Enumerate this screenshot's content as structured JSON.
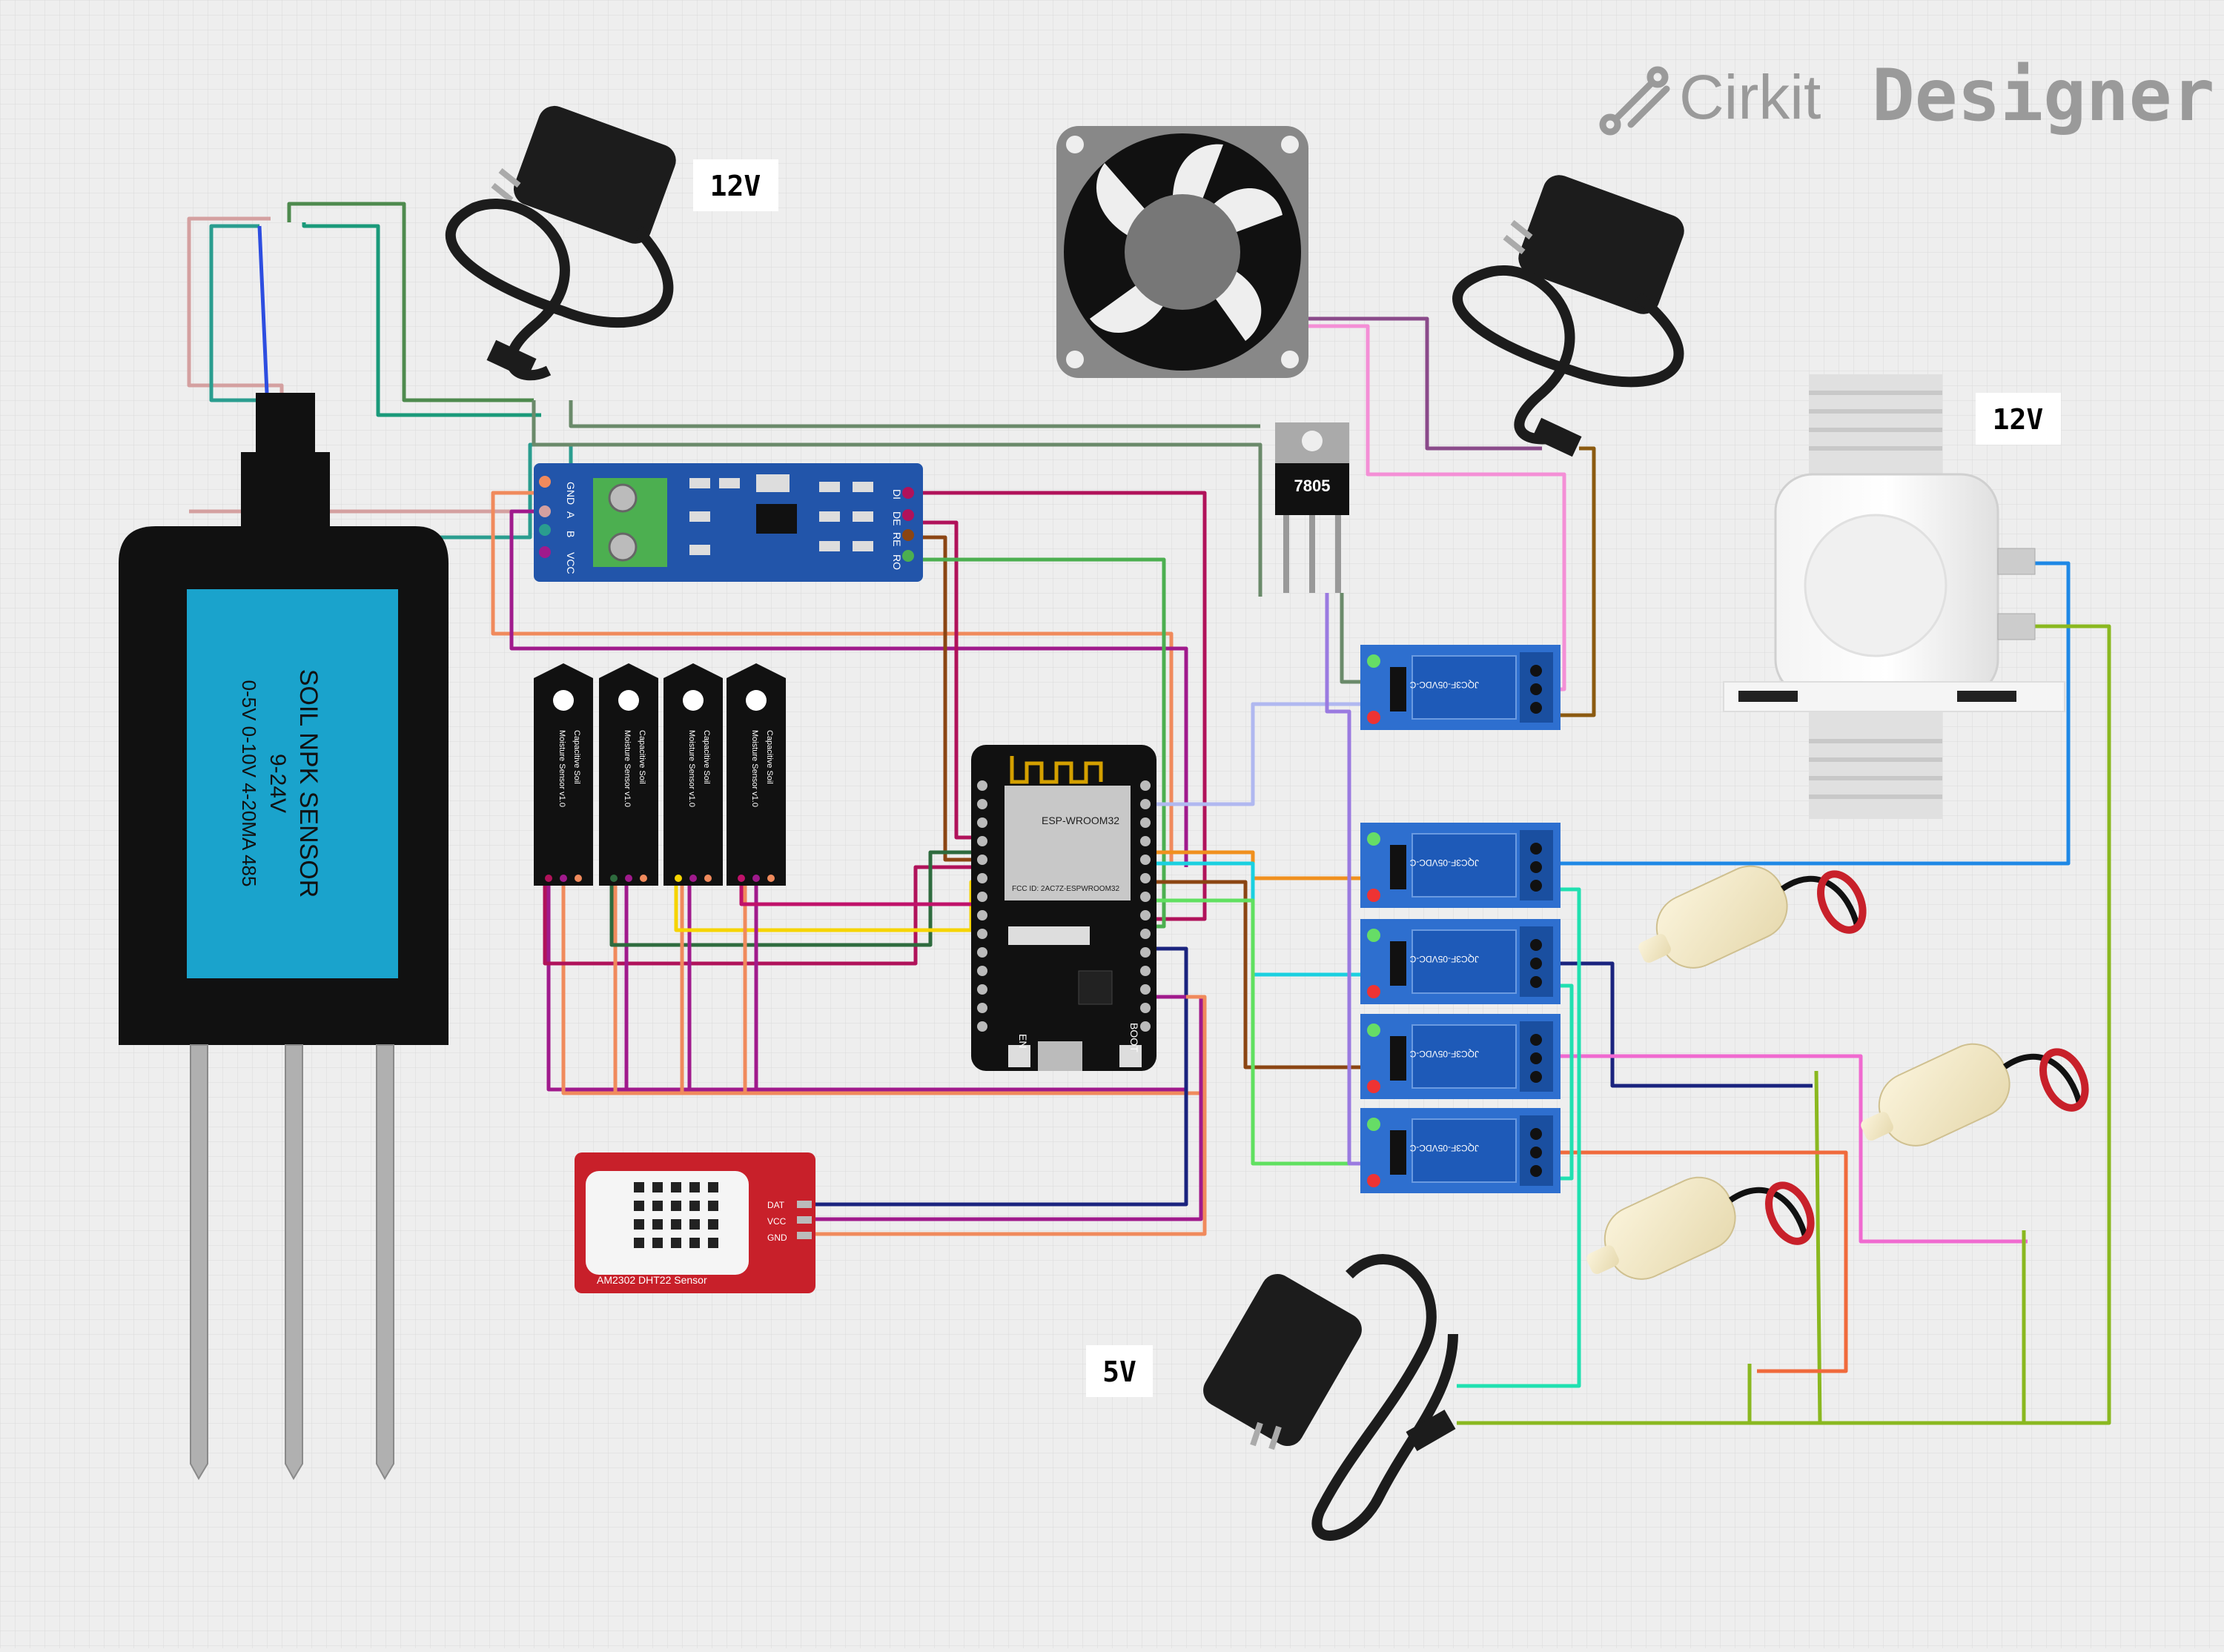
{
  "brand": {
    "name_part1": "Cirkit",
    "name_part2": "Designer"
  },
  "labels": {
    "supply_top_left": "12V",
    "supply_valve": "12V",
    "supply_bottom": "5V"
  },
  "components": {
    "npk_sensor": {
      "line1": "SOIL NPK SENSOR",
      "line2": "9-24V",
      "line3": "0-5V  0-10V  4-20MA  485"
    },
    "regulator": {
      "label": "7805"
    },
    "esp32": {
      "module": "ESP-WROOM32",
      "fcc": "FCC ID: 2AC7Z-ESPWROOM32",
      "en_label": "EN",
      "boot_label": "BOOT"
    },
    "dht22": {
      "pin_dat": "DAT",
      "pin_vcc": "VCC",
      "pin_gnd": "GND",
      "title": "AM2302 DHT22 Sensor"
    },
    "moisture_sensor": {
      "text1": "Capacitive Soil",
      "text2": "Moisture Sensor v1.0"
    },
    "relay": {
      "text": "JQC3F-05VDC-C"
    },
    "rs485": {
      "pin_gnd": "GND",
      "pin_a": "A",
      "pin_b": "B",
      "pin_vcc": "VCC",
      "pin_di": "DI",
      "pin_de": "DE",
      "pin_re": "RE",
      "pin_ro": "RO"
    }
  },
  "colors": {
    "background": "#eeeeee",
    "grid": "#dcdcdc",
    "npk_screen": "#1aa3cc",
    "rs485_board": "#2255aa",
    "relay_board": "#2e6fcf",
    "dht_board": "#c8202a",
    "esp32_board": "#111111",
    "wire_pink": "#f48fd6",
    "wire_purple": "#8a2be2",
    "wire_green": "#4caf50",
    "wire_teal": "#1abc9c",
    "wire_orange": "#f08a3c",
    "wire_navy": "#1a237e",
    "wire_olive": "#8ab820",
    "wire_blue": "#1e88e5",
    "wire_brown": "#8b4513"
  }
}
